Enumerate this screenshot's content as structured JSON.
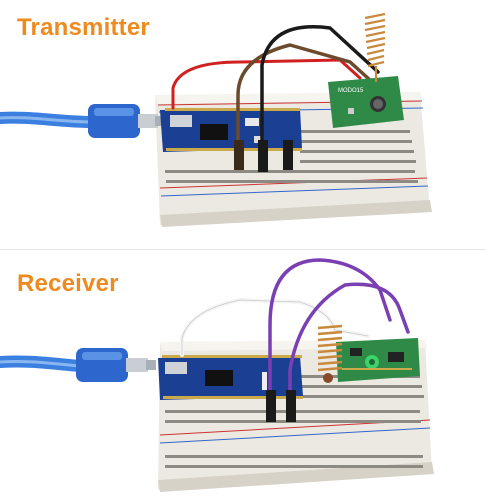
{
  "panels": {
    "transmitter": {
      "title": "Transmitter",
      "module_label": "MODO15"
    },
    "receiver": {
      "title": "Receiver"
    }
  },
  "colors": {
    "title": "#ef8a1e",
    "usb_cable": "#2e6fd6",
    "breadboard": "#f2f0ea",
    "arduino_pcb": "#1b3f93",
    "rf_module": "#2f8a47",
    "wire_red": "#d12020",
    "wire_brown": "#6b4a2e",
    "wire_black": "#1a1a1a",
    "wire_purple": "#7a3fb3",
    "wire_white": "#f5f5f5",
    "antenna_copper": "#c8893c"
  },
  "icons": [
    "usb-cable",
    "arduino-nano",
    "rf-transmitter-module",
    "rf-receiver-module",
    "spring-antenna",
    "breadboard"
  ]
}
